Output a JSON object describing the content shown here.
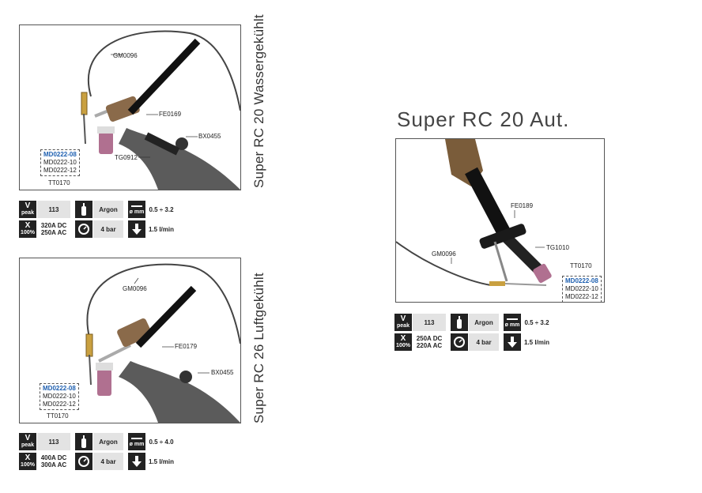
{
  "products": [
    {
      "title": "Super RC 20 Wassergekühlt",
      "labels": {
        "hose": "GM0096",
        "head": "FE0169",
        "button": "BX0455",
        "handle": "TG0912",
        "tungsten": "TT0170"
      },
      "callout": [
        "MD0222-08",
        "MD0222-10",
        "MD0222-12"
      ],
      "specs": {
        "v_peak": "113",
        "gas": "Argon",
        "diameter": "0.5 ÷ 3.2",
        "current": [
          "320A DC",
          "250A AC"
        ],
        "pressure": "4 bar",
        "flow": "1.5 l/min"
      }
    },
    {
      "title": "Super RC 26 Luftgekühlt",
      "labels": {
        "hose": "GM0096",
        "head": "FE0179",
        "button": "BX0455",
        "tungsten": "TT0170"
      },
      "callout": [
        "MD0222-08",
        "MD0222-10",
        "MD0222-12"
      ],
      "specs": {
        "v_peak": "113",
        "gas": "Argon",
        "diameter": "0.5 ÷ 4.0",
        "current": [
          "400A DC",
          "300A AC"
        ],
        "pressure": "4 bar",
        "flow": "1.5 l/min"
      }
    },
    {
      "title": "Super RC 20 Aut.",
      "labels": {
        "head": "FE0189",
        "holder": "TG1010",
        "hose": "GM0096",
        "tungsten": "TT0170"
      },
      "callout": [
        "MD0222-08",
        "MD0222-10",
        "MD0222-12"
      ],
      "specs": {
        "v_peak": "113",
        "gas": "Argon",
        "diameter": "0.5 ÷ 3.2",
        "current": [
          "250A DC",
          "220A AC"
        ],
        "pressure": "4 bar",
        "flow": "1.5 l/min"
      }
    }
  ],
  "icons": {
    "v_peak": [
      "V",
      "peak"
    ],
    "x_duty": [
      "X",
      "100%"
    ],
    "diameter_unit": "ø mm",
    "gas": "gas-bottle-icon",
    "pressure": "pressure-gauge-icon",
    "flow": "flow-down-icon"
  },
  "colors": {
    "highlight": "#1d5fb0",
    "spec_bg": "#e3e3e3",
    "icon_bg": "#222222"
  }
}
